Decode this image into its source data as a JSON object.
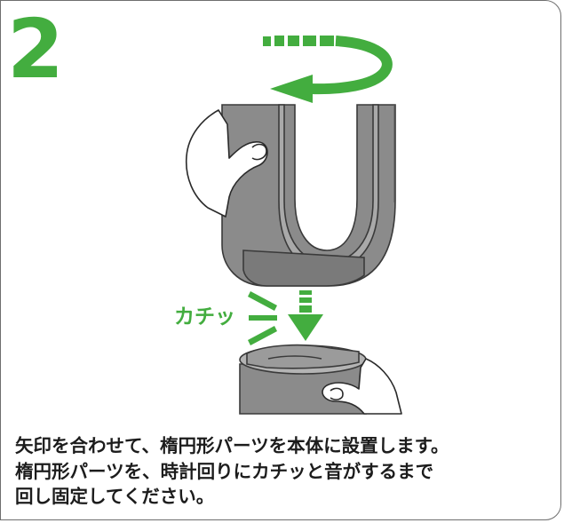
{
  "step": {
    "number": "2",
    "accent_color": "#43ad3f"
  },
  "illustration": {
    "click_sound_label": "カチッ",
    "icons": [
      "rotate-arrow-icon",
      "down-arrow-icon",
      "click-lines-icon"
    ]
  },
  "instructions": {
    "line1": "矢印を合わせて、楕円形パーツを本体に設置します。",
    "line2": "楕円形パーツを、時計回りにカチッと音がするまで",
    "line3": "回し固定してください。"
  }
}
